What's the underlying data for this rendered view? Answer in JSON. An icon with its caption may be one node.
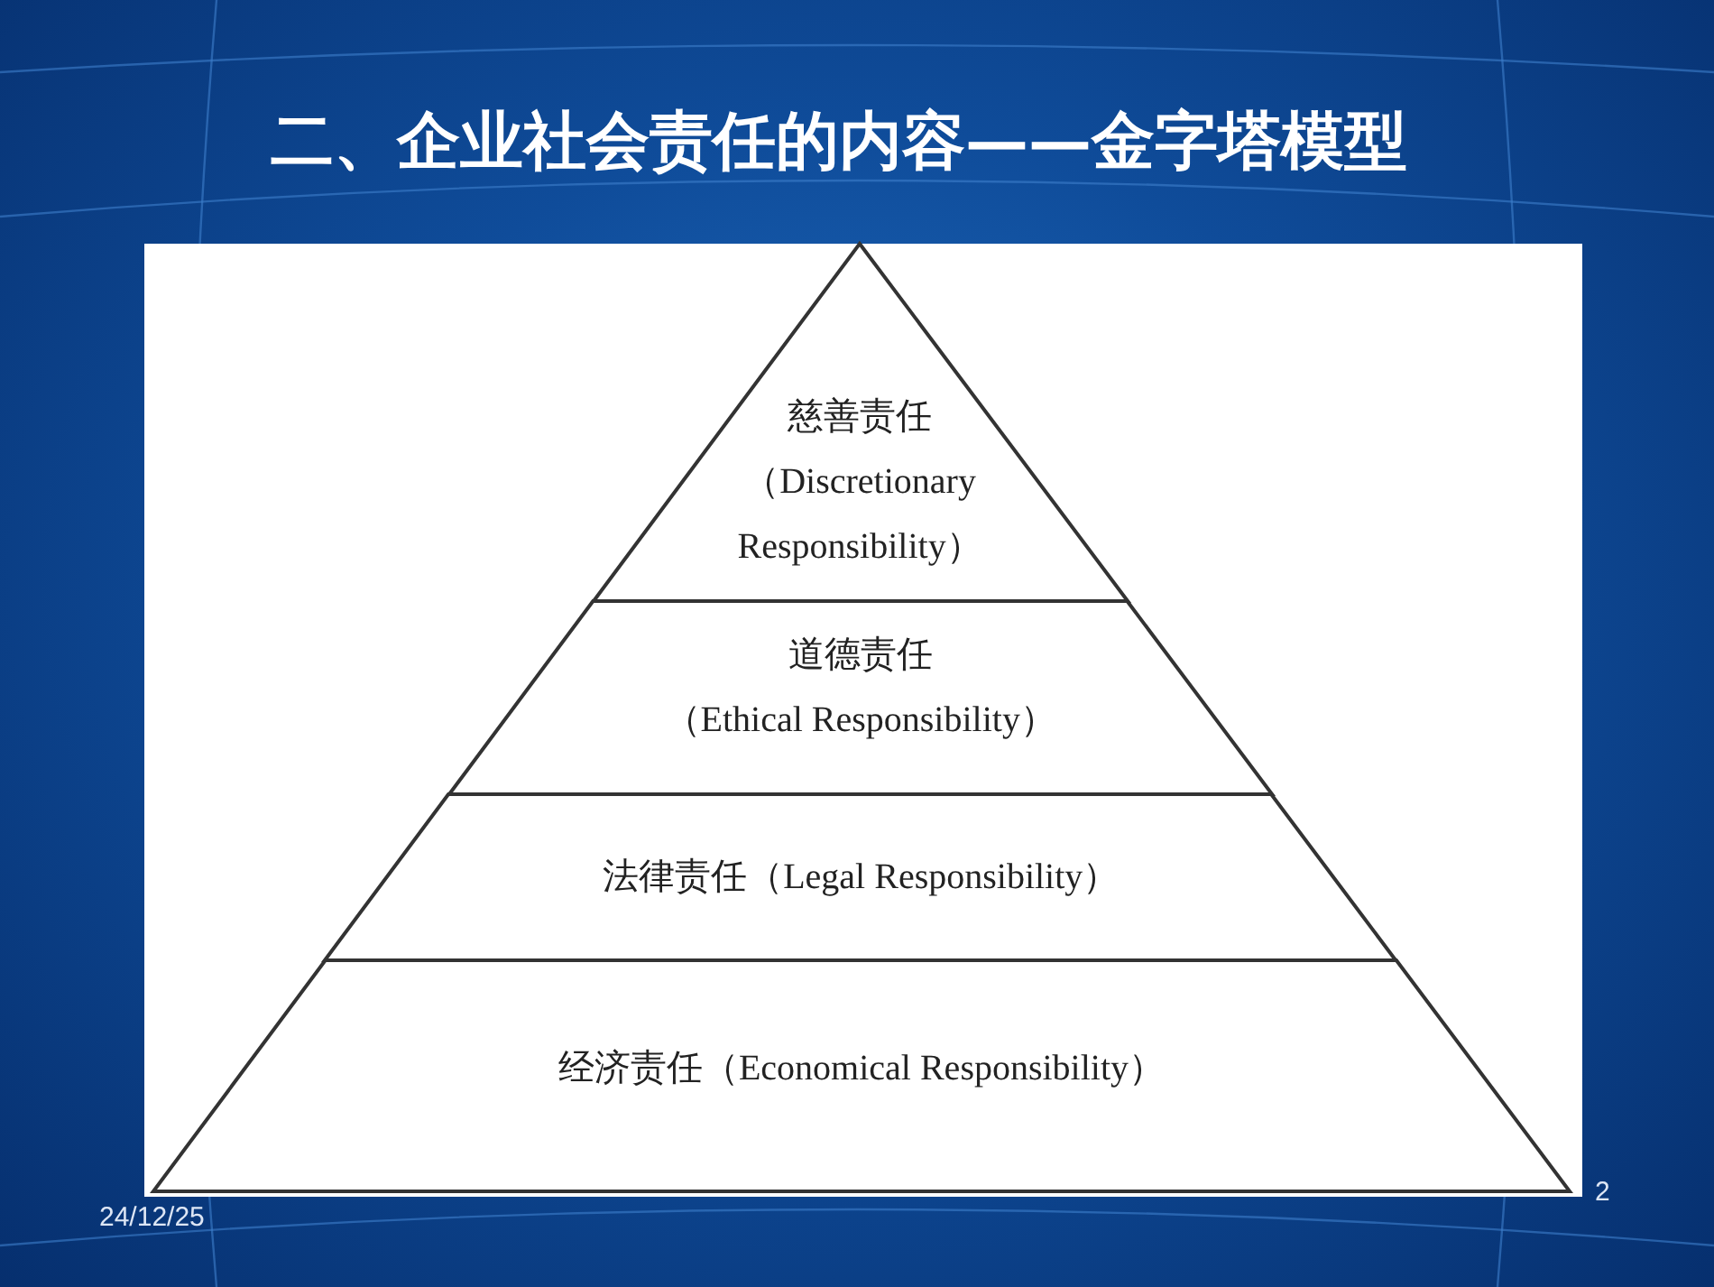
{
  "diagram": {
    "title": "二、企业社会责任的内容——金字塔模型",
    "nodes": [
      {
        "text": [
          "慈善责任",
          "（Discretionary Responsibility）"
        ]
      },
      {
        "text": [
          "道德责任",
          "（Ethical Responsibility）"
        ]
      },
      {
        "text": [
          "法律责任（Legal Responsibility）"
        ]
      },
      {
        "text": [
          "经济责任（Economical Responsibility）"
        ]
      }
    ],
    "edges": [],
    "labels": [
      "24/12/25",
      "2"
    ]
  }
}
